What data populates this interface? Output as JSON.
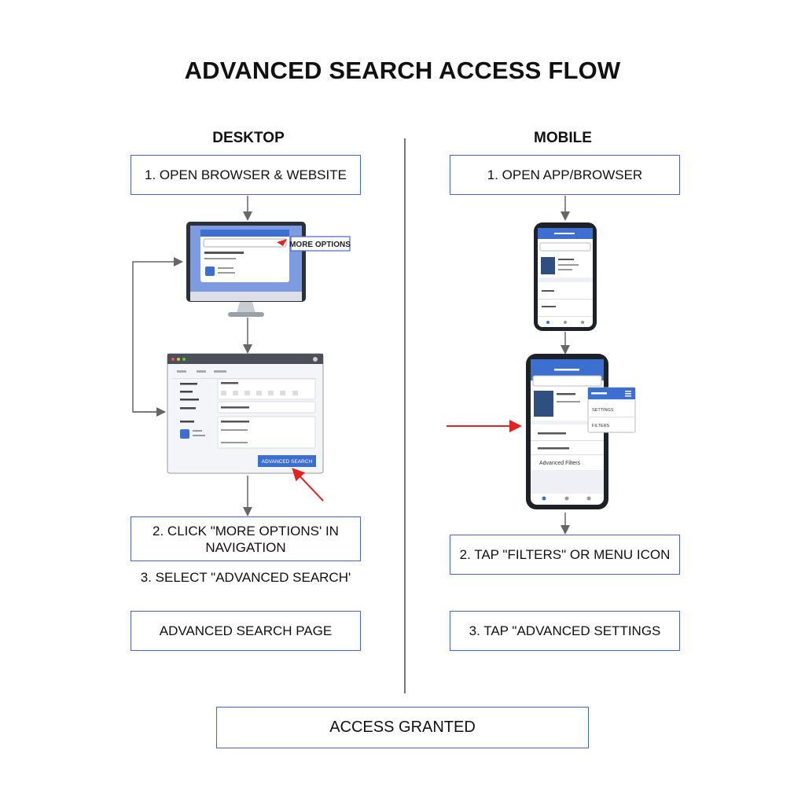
{
  "title": "ADVANCED SEARCH ACCESS FLOW",
  "desktop": {
    "heading": "DESKTOP",
    "step1": "1. OPEN BROWSER & WEBSITE",
    "callout": "MORE OPTIONS",
    "step2": "2. CLICK \"MORE OPTIONS' IN NAVIGATION",
    "step3": "3. SELECT \"ADVANCED SEARCH'",
    "result": "ADVANCED SEARCH PAGE",
    "panel_button": "ADVANCED SEARCH"
  },
  "mobile": {
    "heading": "MOBILE",
    "step1": "1. OPEN APP/BROWSER",
    "step2": "2. TAP \"FILTERS\" OR MENU ICON",
    "step3": "3. TAP \"ADVANCED SETTINGS",
    "menu_items": [
      "SETTINGS",
      "FILTERS"
    ],
    "phone2_rows": [
      "Advanced Filters"
    ]
  },
  "final": "ACCESS GRANTED",
  "colors": {
    "accent": "#3d6fd1",
    "box_border": "#4a67c8",
    "arrow_red": "#e02424",
    "connector": "#666666"
  }
}
